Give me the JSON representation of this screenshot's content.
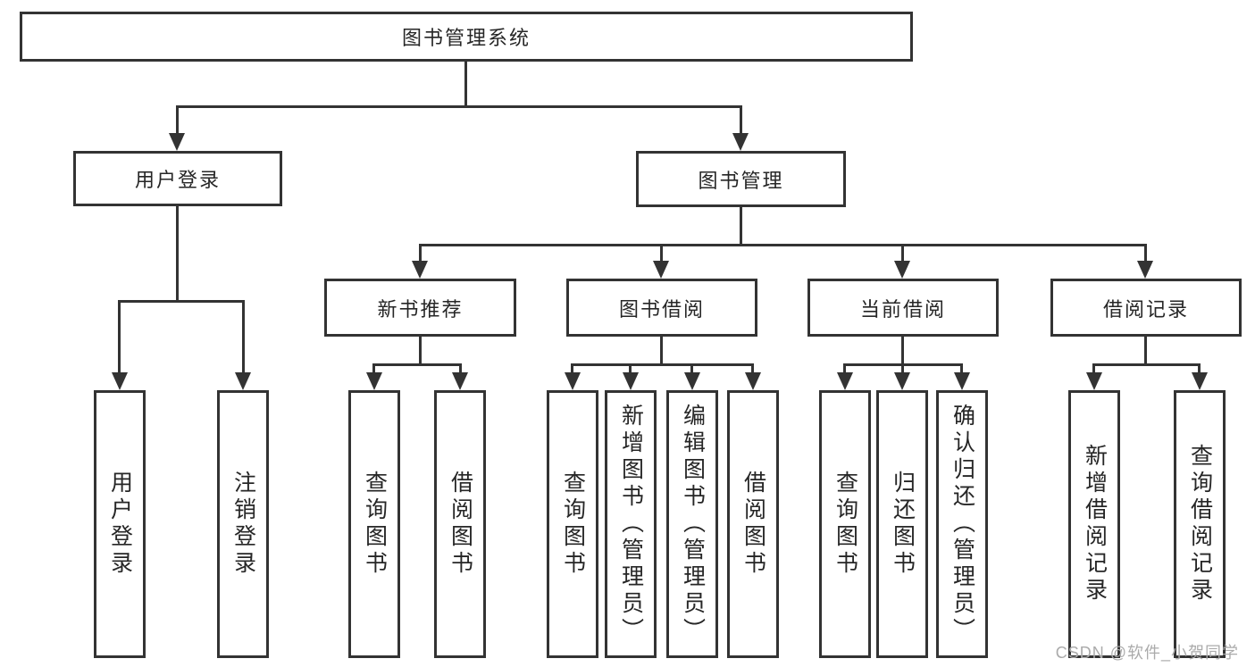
{
  "chart": {
    "root": {
      "label": "图书管理系统"
    },
    "level2": [
      {
        "label": "用户登录"
      },
      {
        "label": "图书管理"
      }
    ],
    "level3": [
      {
        "label": "新书推荐"
      },
      {
        "label": "图书借阅"
      },
      {
        "label": "当前借阅"
      },
      {
        "label": "借阅记录"
      }
    ],
    "leaves": [
      {
        "label": "用户登录"
      },
      {
        "label": "注销登录"
      },
      {
        "label": "查询图书"
      },
      {
        "label": "借阅图书"
      },
      {
        "label": "查询图书"
      },
      {
        "label": "新增图书（管理员）"
      },
      {
        "label": "编辑图书（管理员）"
      },
      {
        "label": "借阅图书"
      },
      {
        "label": "查询图书"
      },
      {
        "label": "归还图书"
      },
      {
        "label": "确认归还（管理员）"
      },
      {
        "label": "新增借阅记录"
      },
      {
        "label": "查询借阅记录"
      }
    ],
    "colors": {
      "line": "#333333",
      "text": "#262626",
      "watermark": "#ababab",
      "background": "#ffffff"
    },
    "watermark": "CSDN @软件_小贺同学"
  }
}
